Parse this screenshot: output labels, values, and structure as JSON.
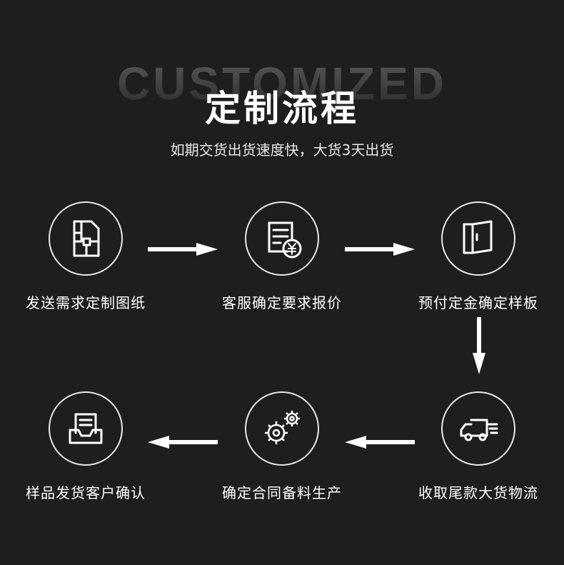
{
  "header": {
    "watermark": "CUSTOMIZED",
    "title": "定制流程",
    "subtitle": "如期交货出货速度快，大货3天出货"
  },
  "steps": [
    {
      "label": "发送需求定制图纸",
      "icon": "blueprint-icon"
    },
    {
      "label": "客服确定要求报价",
      "icon": "quote-document-icon"
    },
    {
      "label": "预付定金确定样板",
      "icon": "door-icon"
    },
    {
      "label": "收取尾款大货物流",
      "icon": "delivery-truck-icon"
    },
    {
      "label": "确定合同备料生产",
      "icon": "gears-icon"
    },
    {
      "label": "样品发货客户确认",
      "icon": "inbox-tray-icon"
    }
  ],
  "colors": {
    "background": "#1e1e1e",
    "foreground": "#ffffff"
  }
}
